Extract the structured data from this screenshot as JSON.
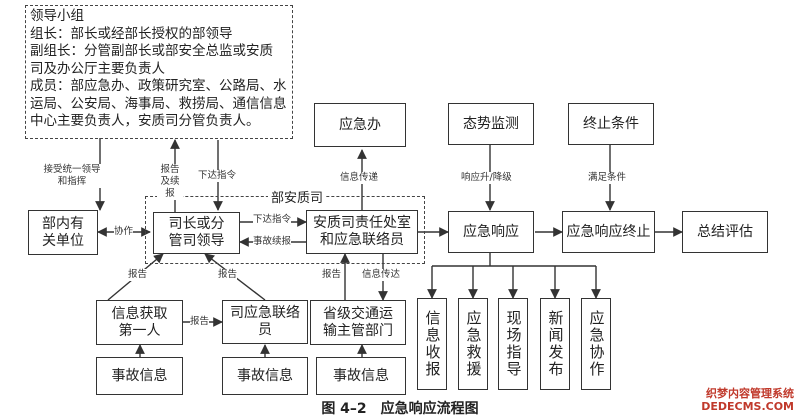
{
  "leader_group": {
    "title": "领导小组",
    "leader": "组长：部长或经部长授权的部领导",
    "deputy_line1": "副组长：分管副部长或部安全总监或安质",
    "deputy_line2": "司及办公厅主要负责人",
    "members_line1": "成员：部应急办、政策研究室、公路局、水",
    "members_line2": "运局、公安局、海事局、救捞局、通信信息",
    "members_line3": "中心主要负责人，安质司分管负责人。"
  },
  "ministry_group_title": "部安质司",
  "boxes": {
    "dept_units": "部内有关单位",
    "director": "司长或分管司领导",
    "safety_office": "安质司责任处室和应急联络员",
    "emergency_office": "应急办",
    "situation_monitor": "态势监测",
    "termination_condition": "终止条件",
    "emergency_response": "应急响应",
    "response_end": "应急响应终止",
    "summary": "总结评估",
    "info_first": "信息获取第一人",
    "bureau_liaison": "司应急联络员",
    "provincial_dept": "省级交通运输主管部门",
    "incident_info_1": "事故信息",
    "incident_info_2": "事故信息",
    "incident_info_3": "事故信息"
  },
  "actions": [
    "信息收报",
    "应急救援",
    "现场指导",
    "新闻发布",
    "应急协作"
  ],
  "labels": {
    "accept_lead": "接受统一领导和指挥",
    "report_renew": "报告及续报",
    "issue_cmd_up": "下达指令",
    "info_relay_top": "信息传递",
    "resp_updown": "响应升/降级",
    "meet_cond": "满足条件",
    "cooperate": "协作",
    "issue_cmd_mid": "下达指令",
    "incident_renew": "事故续报",
    "report_1": "报告",
    "report_2": "报告",
    "report_3": "报告",
    "report_4": "报告",
    "info_relay_bottom": "信息传达"
  },
  "caption": "图 4–2　应急响应流程图",
  "watermark": {
    "line1": "织梦内容管理系统",
    "line2": "DEDECMS.COM"
  }
}
